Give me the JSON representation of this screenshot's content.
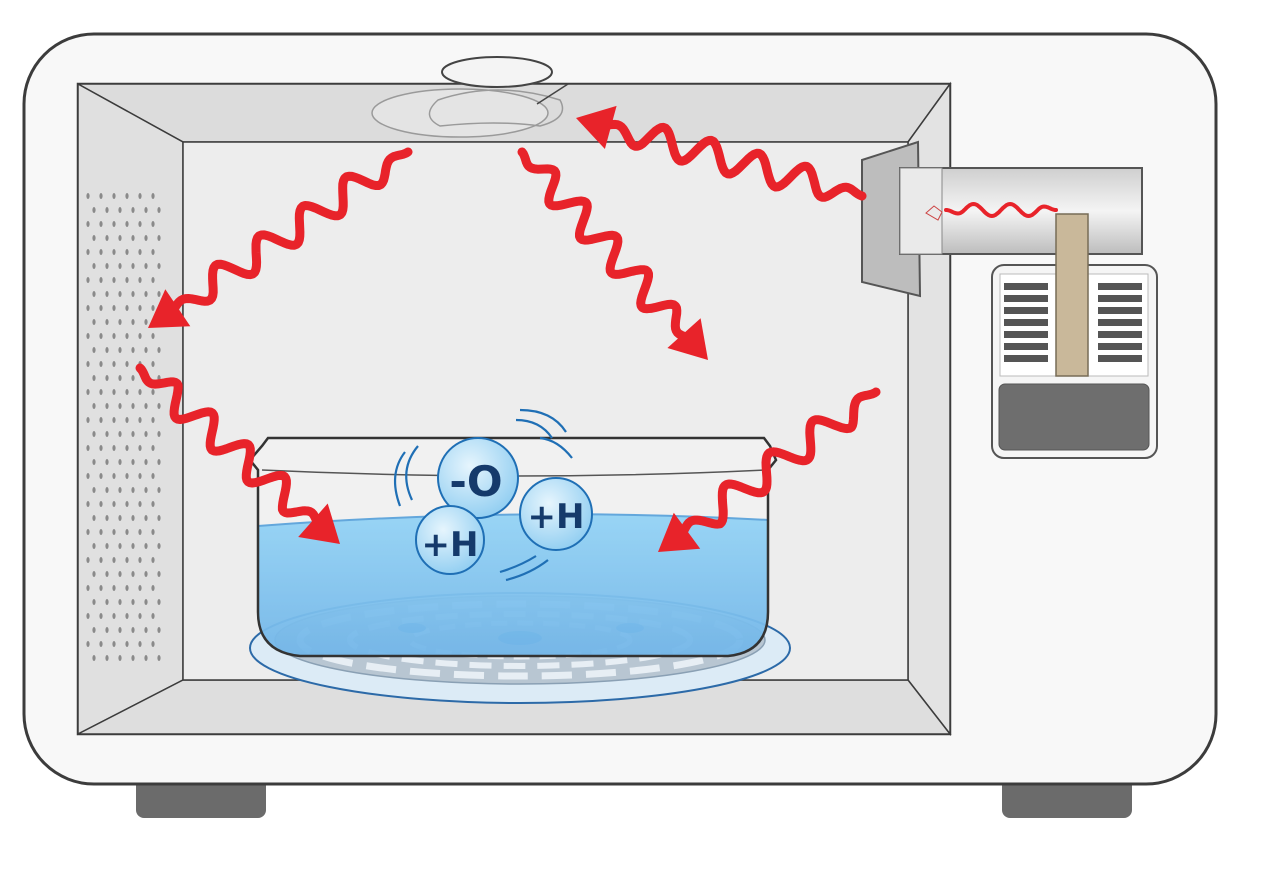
{
  "diagram": {
    "molecule": {
      "oxygen_label": "-O",
      "hydrogen_left_label": "+H",
      "hydrogen_right_label": "+H"
    },
    "colors": {
      "wave": "#e8232a",
      "water": "#4aa8e6",
      "molecule_fill": "#bfe3f8",
      "molecule_text": "#153a6b",
      "body": "#f7f7f7",
      "cavity": "#e6e6e6"
    }
  }
}
